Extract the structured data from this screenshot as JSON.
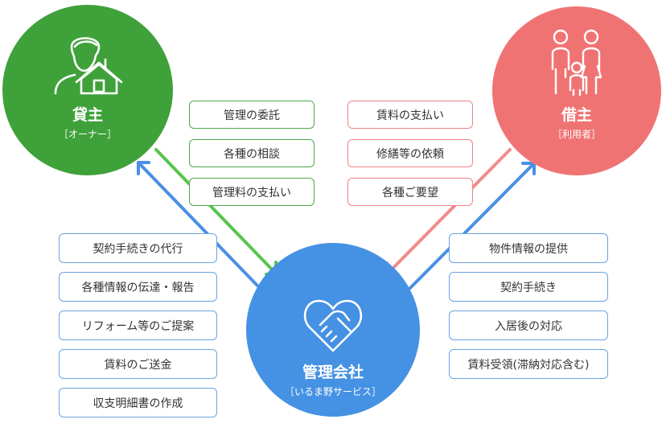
{
  "colors": {
    "owner": "#3fa13a",
    "tenant": "#f07374",
    "company": "#4591e3",
    "green_arrow": "#58c54b",
    "red_arrow": "#f28b8b",
    "blue_arrow": "#4a8fe4"
  },
  "owner": {
    "title": "貸主",
    "subtitle": "［オーナー］",
    "icon": "person-house-icon"
  },
  "tenant": {
    "title": "借主",
    "subtitle": "［利用者］",
    "icon": "family-icon"
  },
  "company": {
    "title": "管理会社",
    "subtitle": "［いるま野サービス］",
    "icon": "handshake-heart-icon"
  },
  "owner_to_company": [
    "管理の委託",
    "各種の相談",
    "管理料の支払い"
  ],
  "tenant_to_company": [
    "賃料の支払い",
    "修繕等の依頼",
    "各種ご要望"
  ],
  "company_to_owner": [
    "契約手続きの代行",
    "各種情報の伝達・報告",
    "リフォーム等のご提案",
    "賃料のご送金",
    "収支明細書の作成"
  ],
  "company_to_tenant": [
    "物件情報の提供",
    "契約手続き",
    "入居後の対応",
    "賃料受領(滞納対応含む)"
  ]
}
